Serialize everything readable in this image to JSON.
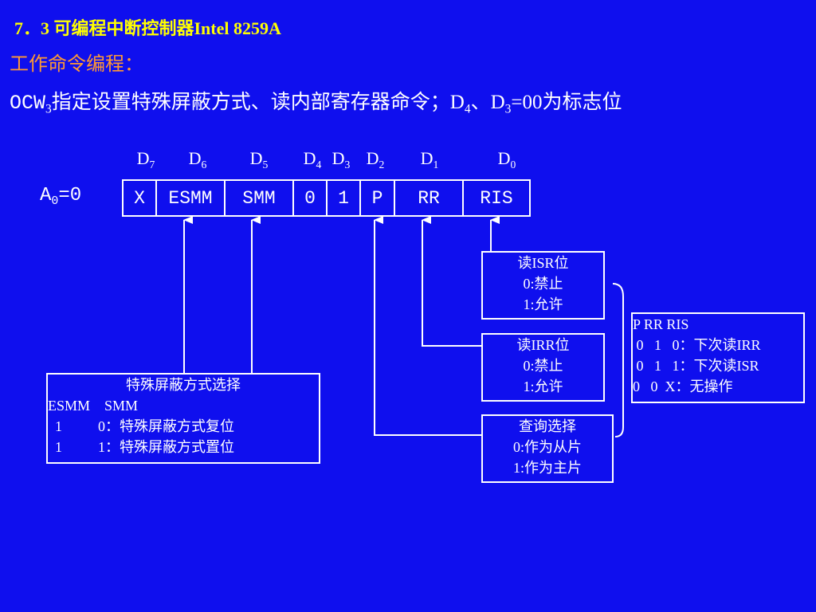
{
  "title": "7．3 可编程中断控制器Intel 8259A",
  "subtitle": "工作命令编程：",
  "desc": {
    "prefix": "OCW",
    "prefix_sub": "3",
    "text1": "指定设置特殊屏蔽方式、读内部寄存器命令；D",
    "sub1": "4",
    "text2": "、D",
    "sub2": "3",
    "text3": "=00为标志位"
  },
  "bit_labels": [
    {
      "letter": "D",
      "sub": "7"
    },
    {
      "letter": "D",
      "sub": "6"
    },
    {
      "letter": "D",
      "sub": "5"
    },
    {
      "letter": "D",
      "sub": "4"
    },
    {
      "letter": "D",
      "sub": "3"
    },
    {
      "letter": "D",
      "sub": "2"
    },
    {
      "letter": "D",
      "sub": "1"
    },
    {
      "letter": "D",
      "sub": "0"
    }
  ],
  "a0": {
    "letter": "A",
    "sub": "0",
    "value": "=0"
  },
  "register_cells": [
    "X",
    "ESMM",
    "SMM",
    "0",
    "1",
    "P",
    "RR",
    "RIS"
  ],
  "box_isr": {
    "title": "读ISR位",
    "line1": "0:禁止",
    "line2": "1:允许"
  },
  "box_irr": {
    "title": "读IRR位",
    "line1": "0:禁止",
    "line2": "1:允许"
  },
  "box_poll": {
    "title": "查询选择",
    "line1": "0:作为从片",
    "line2": "1:作为主片"
  },
  "box_smm": {
    "title": "特殊屏蔽方式选择",
    "header": "ESMM    SMM",
    "row1": "  1          0：特殊屏蔽方式复位",
    "row2": "  1          1：特殊屏蔽方式置位"
  },
  "box_rr": {
    "header": "P RR RIS",
    "row1": " 0   1   0：下次读IRR",
    "row2": " 0   1   1：下次读ISR",
    "row3": "0   0  X：无操作"
  }
}
